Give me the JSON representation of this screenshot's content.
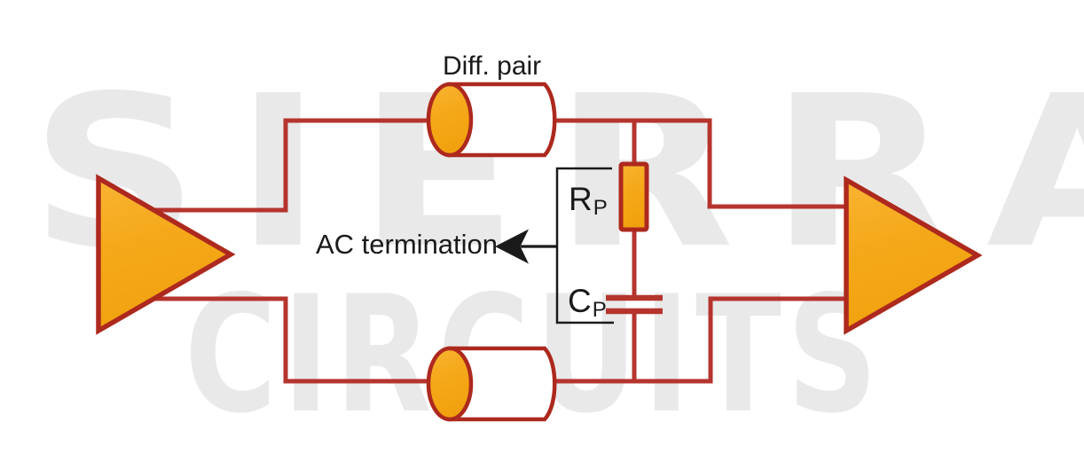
{
  "watermark": {
    "line1": "SIERRA",
    "line2": "CIRCUITS",
    "color": "#e9e9e9"
  },
  "labels": {
    "diff_pair": "Diff. pair",
    "ac_termination": "AC termination",
    "resistor_symbol": "R",
    "resistor_subscript": "P",
    "capacitor_symbol": "C",
    "capacitor_subscript": "P"
  },
  "colors": {
    "wire": "#b5342e",
    "component_outline": "#ad291e",
    "component_fill": "#f5a91a",
    "cylinder_body_fill": "#ffffff",
    "annotation": "#1a1a1a",
    "background": "#ffffff",
    "watermark": "#e9e9e9"
  }
}
